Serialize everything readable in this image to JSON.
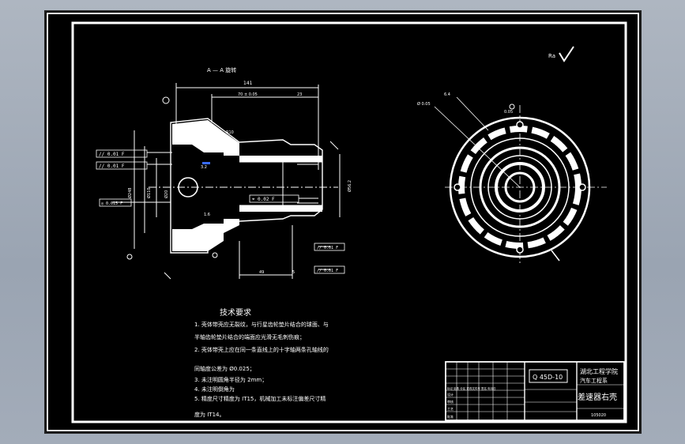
{
  "drawing": {
    "section_label": "A — A 旋转",
    "dims": {
      "overall_width": "141",
      "pos_tol": "70 ± 0.05",
      "right_len": "23",
      "radius": "R10",
      "bottom_len": "49",
      "bottom_small": "5",
      "dia_left": "Ø248",
      "dia_mid": "Ø110",
      "dia_right": "Ø56.2",
      "dia_circle": "Ø20",
      "hole_a": "1.6",
      "hole_b": "1.6",
      "chamfer": "3.2",
      "right_view_pos": "0.05",
      "right_view_tol": "Ø 0.05",
      "right_view_small": "6.4"
    },
    "tolerance_frames": [
      "// 0.01  F",
      "// 0.01  F",
      "◎ 0.015 F",
      "⌖ 0.02  F",
      "// 0.01  F",
      "// 0.01  F"
    ],
    "roughness_symbol": "✓",
    "roughness_symbol_label": "Ra"
  },
  "requirements": {
    "title": "技术要求",
    "lines": [
      "1. 壳体带壳应无裂纹，与行星齿轮垫片结合的球面、与",
      "   半轴齿轮垫片结合的端面应光滑无毛刺伤痕；",
      "2. 壳体带壳上应在同一条直线上的十字轴两条孔轴线的",
      "   同轴度公差为 Ø0.025；",
      "3. 未注明圆角半径为 2mm；",
      "4. 未注明倒角为",
      "5. 精度尺寸精度为 IT15，机械加工未标注偏差尺寸精",
      "   度为 IT14。"
    ]
  },
  "title_block": {
    "code": "Q 45D-10",
    "school_line1": "湖北工程学院",
    "school_line2": "汽车工程系",
    "part_name": "差速器右壳",
    "number": "105020",
    "left_rows": [
      "标记 处数 分区 更改文件号 签名 年月日",
      "设计",
      "审核",
      "工艺",
      "批准"
    ]
  }
}
